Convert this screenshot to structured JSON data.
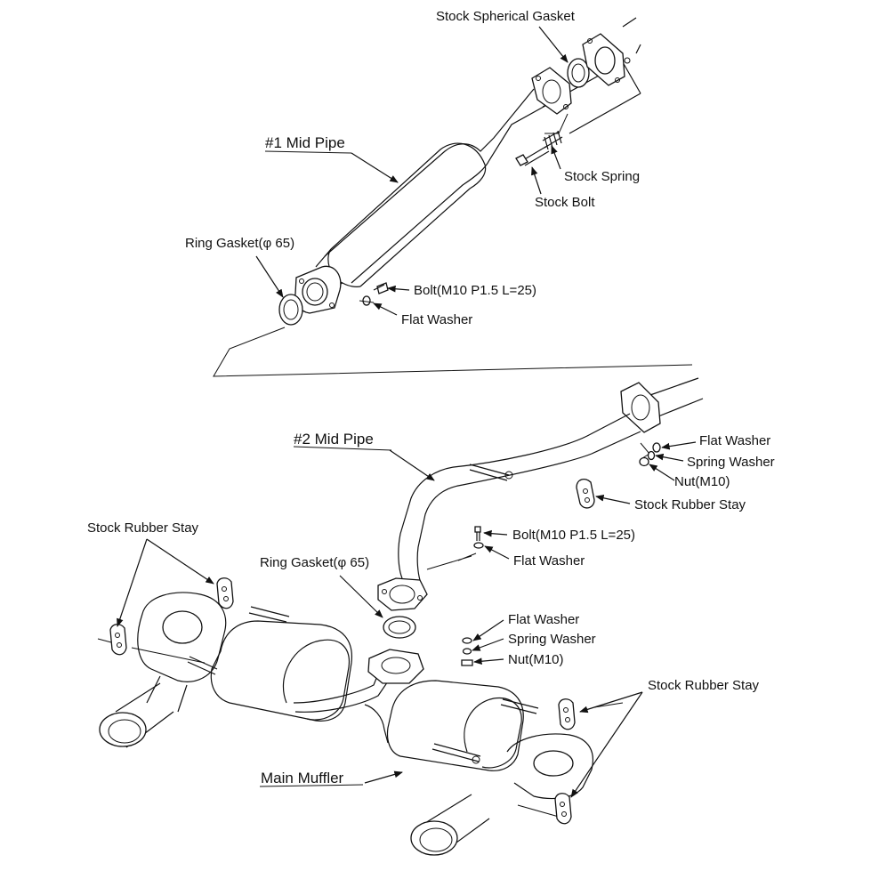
{
  "diagram": {
    "labels": {
      "stock_spherical_gasket": "Stock Spherical Gasket",
      "mid_pipe_1": "#1 Mid Pipe",
      "stock_spring": "Stock Spring",
      "stock_bolt": "Stock Bolt",
      "ring_gasket_top": "Ring Gasket(φ 65)",
      "bolt_top": "Bolt(M10 P1.5 L=25)",
      "flat_washer_top": "Flat Washer",
      "mid_pipe_2": "#2 Mid Pipe",
      "flat_washer_right": "Flat Washer",
      "spring_washer_right": "Spring Washer",
      "nut_right": "Nut(M10)",
      "stock_rubber_stay_right_upper": "Stock Rubber Stay",
      "stock_rubber_stay_left": "Stock Rubber Stay",
      "bolt_mid": "Bolt(M10 P1.5 L=25)",
      "ring_gasket_mid": "Ring Gasket(φ 65)",
      "flat_washer_mid": "Flat Washer",
      "flat_washer_lower": "Flat Washer",
      "spring_washer_lower": "Spring Washer",
      "nut_lower": "Nut(M10)",
      "stock_rubber_stay_right_lower": "Stock Rubber Stay",
      "main_muffler": "Main Muffler"
    }
  }
}
